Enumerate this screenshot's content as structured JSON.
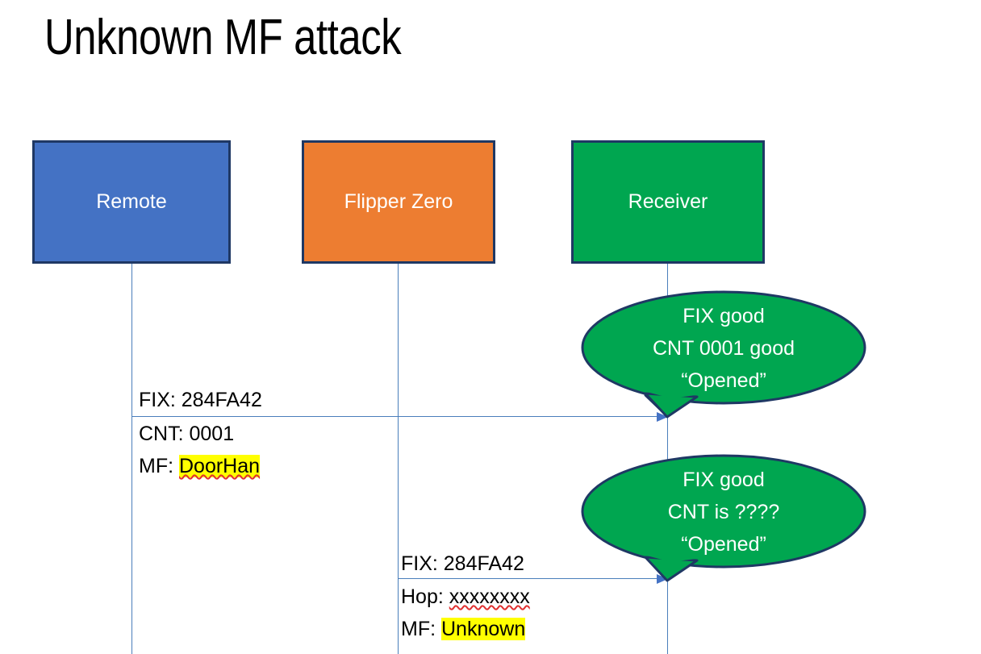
{
  "slide": {
    "title": "Unknown MF attack",
    "background": "#ffffff"
  },
  "colors": {
    "remote_box": "#4472C4",
    "flipper_box": "#ED7D31",
    "receiver_box": "#00A650",
    "box_border": "#1F3864",
    "lifeline": "#4A7EBB",
    "arrow": "#4472C4",
    "highlight": "#FFFF00",
    "spellcheck_underline": "#E03030",
    "callout_fill": "#00A650",
    "callout_border": "#1F3864"
  },
  "actors": [
    {
      "id": "remote",
      "label": "Remote"
    },
    {
      "id": "flipper",
      "label": "Flipper Zero"
    },
    {
      "id": "receiver",
      "label": "Receiver"
    }
  ],
  "messages": [
    {
      "id": "msg1",
      "from": "remote",
      "to": "receiver",
      "fix_line": "FIX: 284FA42",
      "second_label": "CNT: ",
      "second_value": "0001",
      "third_label": "MF: ",
      "third_value": "DoorHan",
      "third_highlighted": true,
      "third_spellchecked": true
    },
    {
      "id": "msg2",
      "from": "flipper",
      "to": "receiver",
      "fix_line": "FIX: 284FA42",
      "second_label": "Hop: ",
      "second_value": "xxxxxxxx",
      "third_label": "MF: ",
      "third_value": "Unknown",
      "third_highlighted": true,
      "second_spellchecked": true
    }
  ],
  "callouts": [
    {
      "id": "callout-1",
      "owner": "receiver",
      "line1": "FIX good",
      "line2": "CNT 0001 good",
      "line3": "“Opened”"
    },
    {
      "id": "callout-2",
      "owner": "receiver",
      "line1": "FIX good",
      "line2": "CNT is ????",
      "line3": "“Opened”"
    }
  ]
}
